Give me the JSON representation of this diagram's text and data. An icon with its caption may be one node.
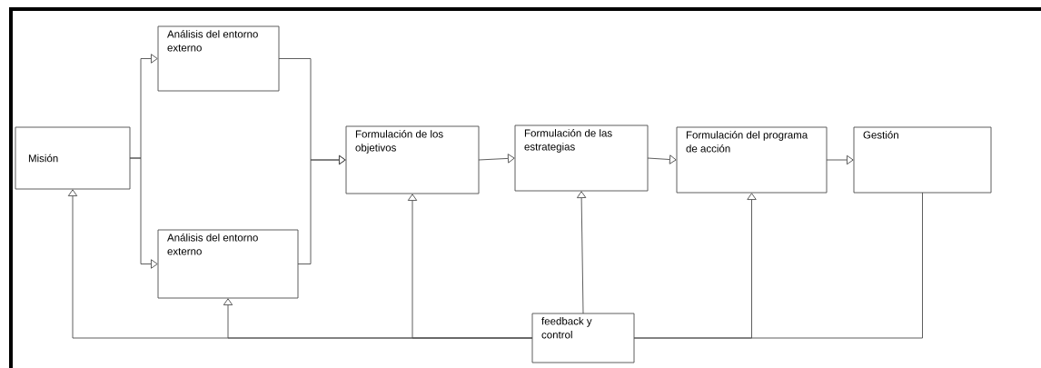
{
  "diagram": {
    "nodes": [
      {
        "text": [
          "Misión"
        ]
      },
      {
        "text": [
          "Análisis del entorno externo"
        ]
      },
      {
        "text": [
          "Análisis del entorno externo"
        ]
      },
      {
        "text": [
          "Formulación de los objetivos"
        ]
      },
      {
        "text": [
          "Formulación de las estrategias"
        ]
      },
      {
        "text": [
          "Formulación del programa de acción"
        ]
      },
      {
        "text": [
          "Gestión"
        ]
      },
      {
        "text": [
          "feedback y control"
        ]
      }
    ],
    "edges": [
      {
        "from": 0,
        "to": 1,
        "arrow": "to"
      },
      {
        "from": 0,
        "to": 2,
        "arrow": "to"
      },
      {
        "from": 1,
        "to": 3,
        "arrow": "to"
      },
      {
        "from": 2,
        "to": 3,
        "arrow": "to"
      },
      {
        "from": 3,
        "to": 4,
        "arrow": "to"
      },
      {
        "from": 4,
        "to": 5,
        "arrow": "to"
      },
      {
        "from": 5,
        "to": 6,
        "arrow": "to"
      },
      {
        "from": 6,
        "to": 7,
        "arrow": "none"
      },
      {
        "from": 7,
        "to": 0,
        "arrow": "to"
      },
      {
        "from": 7,
        "to": 2,
        "arrow": "to"
      },
      {
        "from": 7,
        "to": 3,
        "arrow": "to"
      },
      {
        "from": 7,
        "to": 4,
        "arrow": "to"
      },
      {
        "from": 7,
        "to": 5,
        "arrow": "to"
      }
    ]
  }
}
